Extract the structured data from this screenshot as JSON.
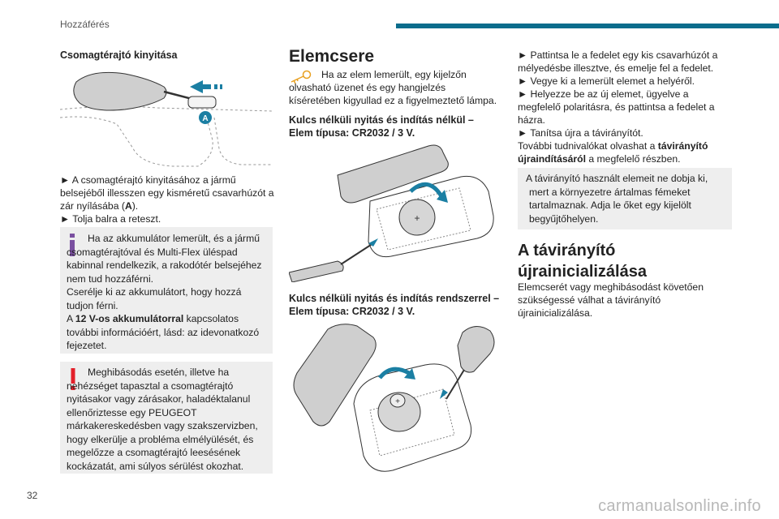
{
  "header": {
    "section": "Hozzáférés"
  },
  "col1": {
    "title": "Csomagtérajtó kinyitása",
    "callout": "A",
    "step1": "► A csomagtérajtó kinyitásához a jármű belsejéből illesszen egy kisméretű csavarhúzót a zár nyílásába (",
    "step1_bold": "A",
    "step1_end": ").",
    "step2": "► Tolja balra a reteszt.",
    "info": {
      "icon": "info-icon",
      "line1": "Ha az akkumulátor lemerült, és a jármű csomagtérajtóval és Multi-Flex üléspad kabinnal rendelkezik, a rakodótér belsejéhez nem tud hozzáférni.",
      "line2": "Cserélje ki az akkumulátort, hogy hozzá tudjon férni.",
      "line3_pre": "A ",
      "line3_bold": "12 V-os akkumulátorral",
      "line3_post": " kapcsolatos további információért, lásd: az idevonatkozó fejezetet."
    },
    "warning": {
      "icon": "warning-icon",
      "text": "Meghibásodás esetén, illetve ha nehézséget tapasztal a csomagtérajtó nyitásakor vagy zárásakor, haladéktalanul ellenőriztesse egy PEUGEOT márkakereskedésben vagy szakszervizben, hogy elkerülje a probléma elmélyülését, és megelőzze a csomagtérajtó leesésének kockázatát, ami súlyos sérülést okozhat."
    }
  },
  "col2": {
    "title": "Elemcsere",
    "intro": "Ha az elem lemerült, egy kijelzőn olvasható üzenet és egy hangjelzés kíséretében kigyullad ez a figyelmeztető lámpa.",
    "sub1": "Kulcs nélküli nyitás és indítás nélkül – Elem típusa: CR2032 / 3 V.",
    "sub2": "Kulcs nélküli nyitás és indítás rendszerrel – Elem típusa: CR2032 / 3 V."
  },
  "col3": {
    "s1": "► Pattintsa le a fedelet egy kis csavarhúzót a mélyedésbe illesztve, és emelje fel a fedelet.",
    "s2": "► Vegye ki a lemerült elemet a helyéről.",
    "s3": "► Helyezze be az új elemet, ügyelve a megfelelő polaritásra, és pattintsa a fedelet a házra.",
    "s4": "► Tanítsa újra a távirányítót.",
    "more_pre": "További tudnivalókat olvashat a ",
    "more_bold": "távirányító újraindításáról",
    "more_post": " a megfelelő részben.",
    "env_note": "A távirányító használt elemeit ne dobja ki, mert a környezetre ártalmas fémeket tartalmaznak. Adja le őket egy kijelölt begyűjtőhelyen.",
    "title2": "A távirányító újrainicializálása",
    "body2": "Elemcserét vagy meghibásodást követően szükségessé válhat a távirányító újrainicializálása."
  },
  "footer": {
    "page": "32",
    "watermark": "carmanualsonline.info"
  },
  "colors": {
    "accent": "#0b6d8c",
    "warning": "#e3202a",
    "info": "#7a4fa0",
    "note_bg": "#eeeeee"
  }
}
